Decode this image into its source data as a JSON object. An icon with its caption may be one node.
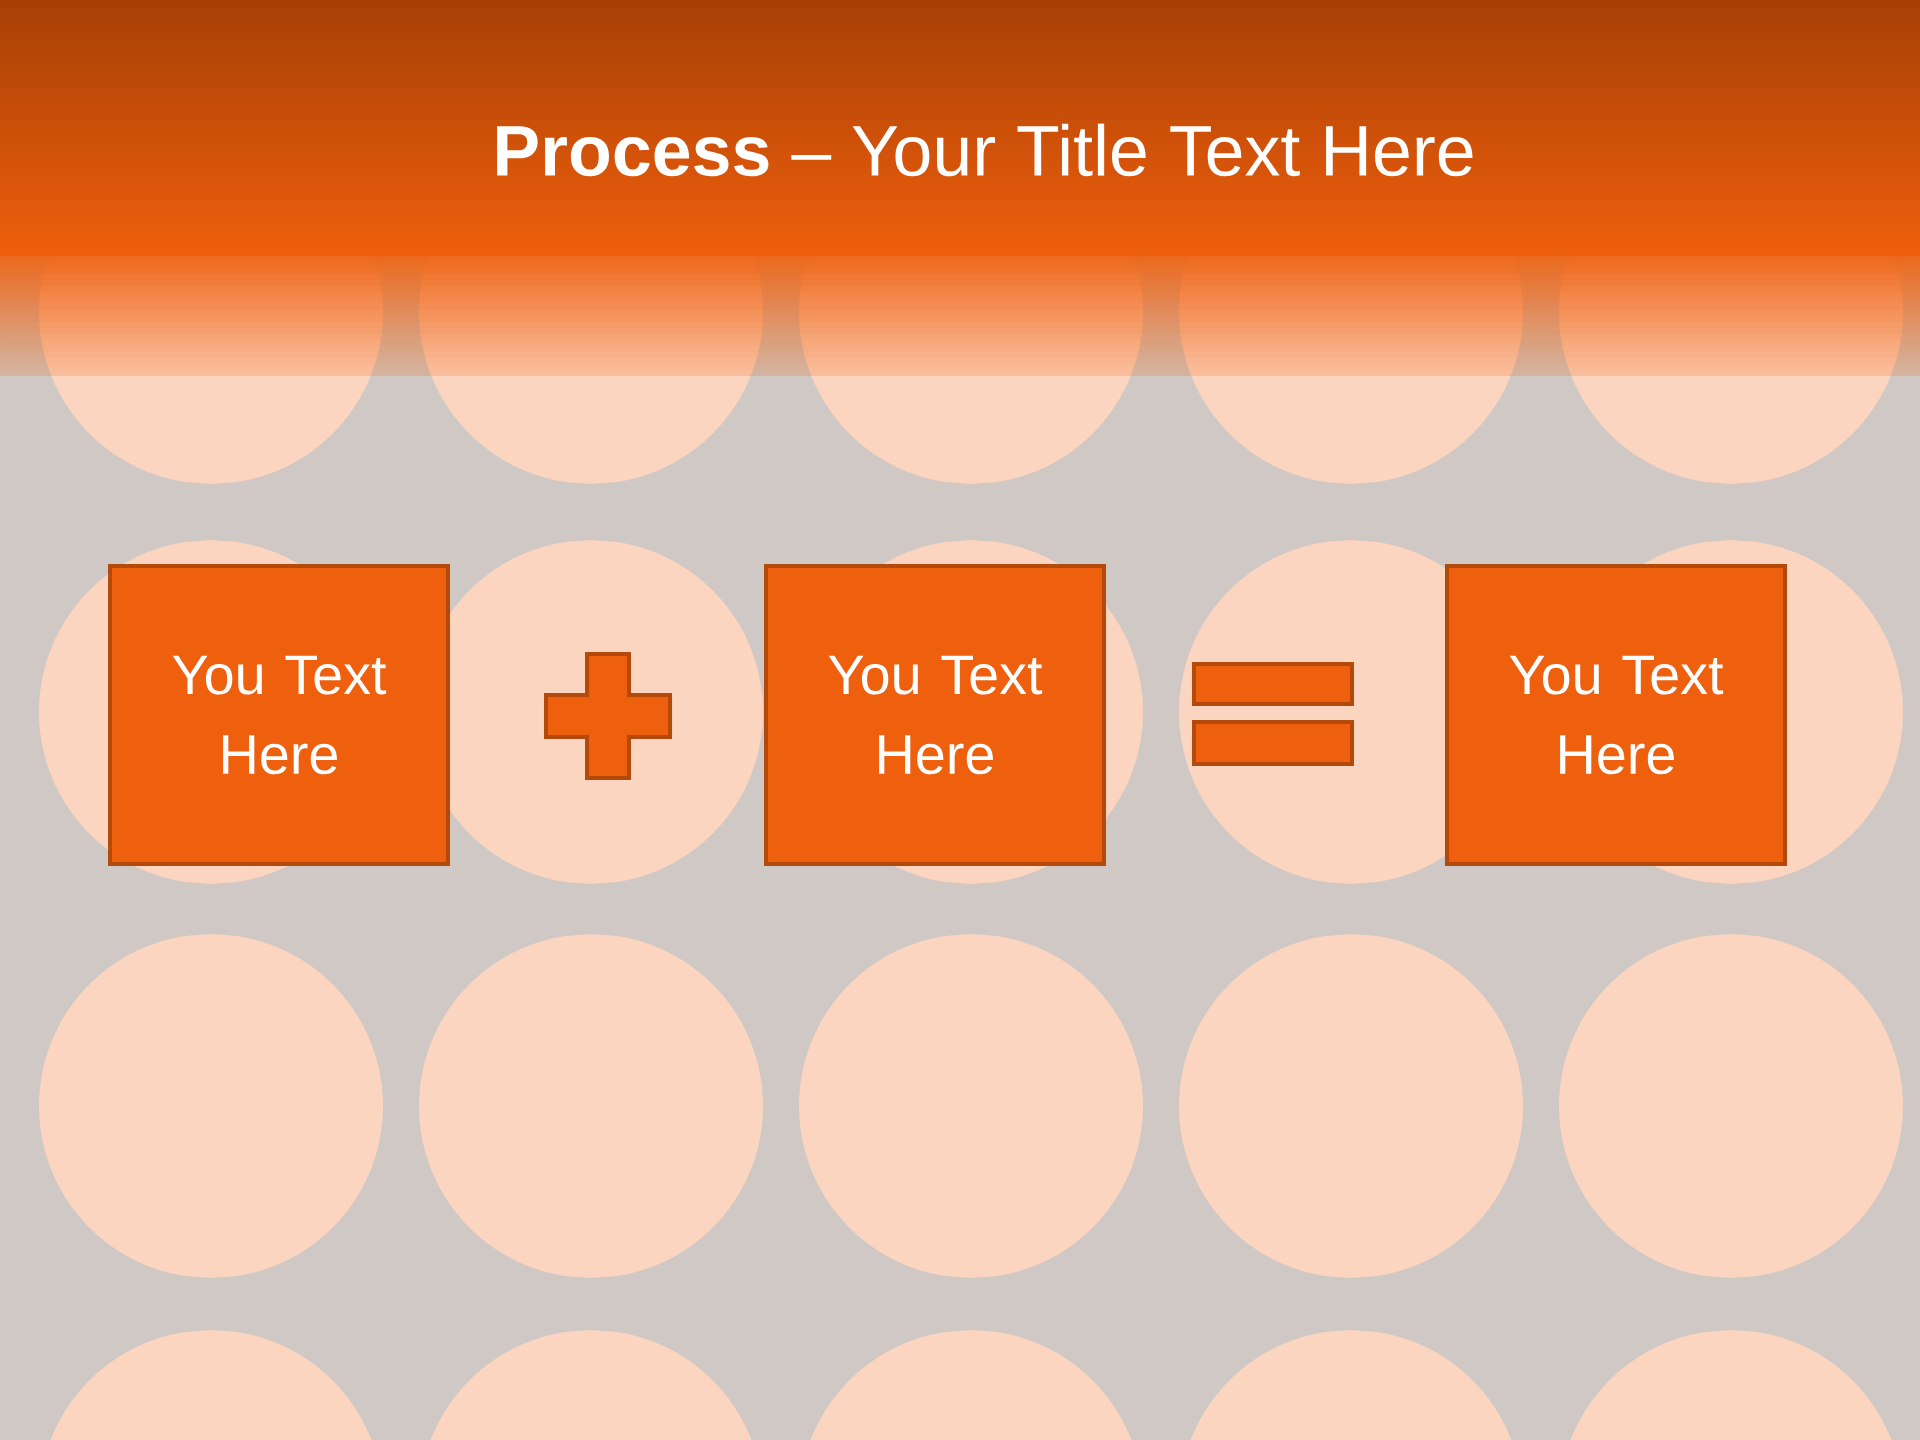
{
  "diagram": {
    "title": "**Process** – Your Title Text Here",
    "nodes": [
      {
        "text": [
          "You Text Here"
        ]
      },
      {
        "text": [
          "You Text Here"
        ]
      },
      {
        "text": [
          "You Text Here"
        ]
      }
    ]
  }
}
